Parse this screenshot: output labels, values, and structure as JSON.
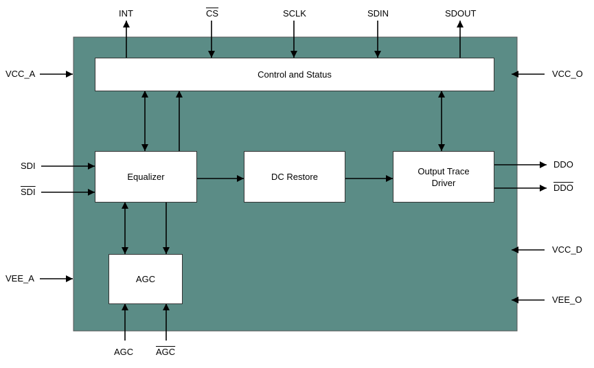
{
  "colors": {
    "chip_fill": "#5b8c86",
    "block_fill": "#ffffff",
    "line": "#000000"
  },
  "blocks": {
    "control": "Control and Status",
    "equalizer": "Equalizer",
    "dc_restore": "DC Restore",
    "output_driver_line1": "Output Trace",
    "output_driver_line2": "Driver",
    "agc": "AGC"
  },
  "pins": {
    "int": "INT",
    "cs": "CS",
    "sclk": "SCLK",
    "sdin": "SDIN",
    "sdout": "SDOUT",
    "vcc_a": "VCC_A",
    "vcc_o": "VCC_O",
    "sdi": "SDI",
    "sdi_n": "SDI",
    "ddo": "DDO",
    "ddo_n": "DDO",
    "vcc_d": "VCC_D",
    "vee_a": "VEE_A",
    "vee_o": "VEE_O",
    "agc": "AGC",
    "agc_n": "AGC"
  }
}
